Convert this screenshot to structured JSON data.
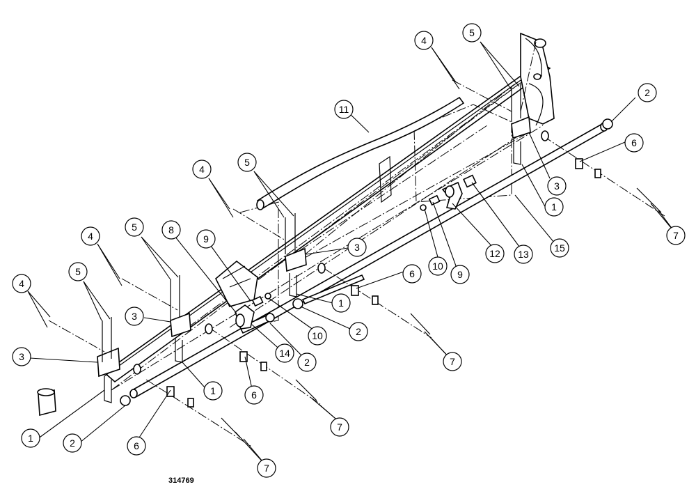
{
  "drawing_number": "314769",
  "callouts": {
    "c1_lower_left": "1",
    "c1_mid_left": "1",
    "c1_center": "1",
    "c1_right": "1",
    "c2_lower_left": "2",
    "c2_mid": "2",
    "c2_center": "2",
    "c2_upper_right": "2",
    "c3_far_left": "3",
    "c3_left": "3",
    "c3_center": "3",
    "c3_right": "3",
    "c4_far_left": "4",
    "c4_left": "4",
    "c4_center": "4",
    "c4_right": "4",
    "c5_far_left": "5",
    "c5_left": "5",
    "c5_center": "5",
    "c5_right": "5",
    "c6_lower": "6",
    "c6_mid": "6",
    "c6_center": "6",
    "c6_right": "6",
    "c7_lower": "7",
    "c7_mid": "7",
    "c7_center": "7",
    "c7_right": "7",
    "c8": "8",
    "c9_left": "9",
    "c9_right": "9",
    "c10_left": "10",
    "c10_right": "10",
    "c11": "11",
    "c12": "12",
    "c13": "13",
    "c14": "14",
    "c15": "15"
  }
}
